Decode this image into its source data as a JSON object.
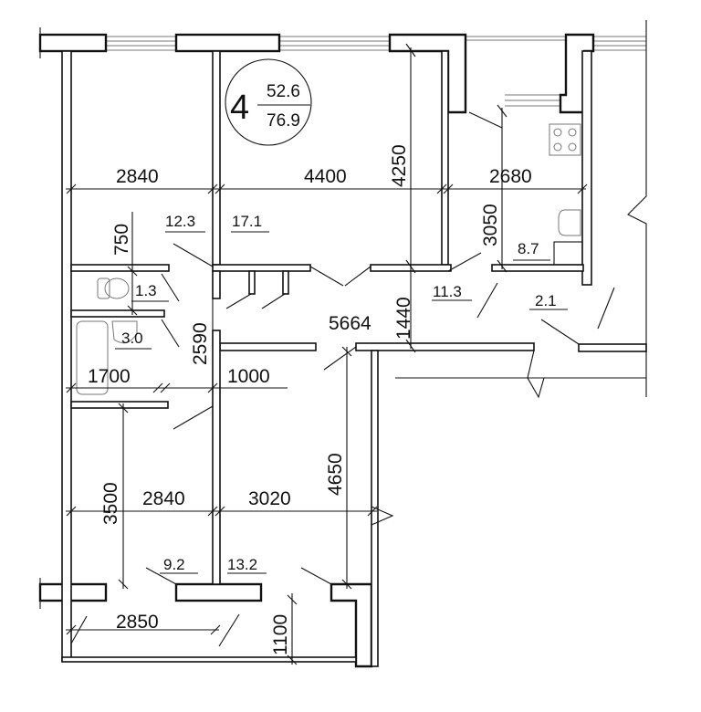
{
  "apartment": {
    "rooms": "4",
    "living_area": "52.6",
    "total_area": "76.9"
  },
  "dimensions": {
    "top_left_width": "2840",
    "top_middle_width": "4400",
    "kitchen_width": "2680",
    "living_depth": "4250",
    "kitchen_depth": "3050",
    "wc_offset": "750",
    "bath_height": "2590",
    "corridor_length": "5664",
    "corridor_width": "1440",
    "bath_width": "1700",
    "hall_width": "1000",
    "bedroom_depth": "4650",
    "bedroom_left_depth": "3500",
    "bottom_left_width": "2840",
    "bottom_right_width": "3020",
    "balcony_width": "2850",
    "balcony_depth": "1100"
  },
  "room_areas": {
    "room_left_top": "12.3",
    "room_living": "17.1",
    "wc": "1.3",
    "bath": "3.0",
    "hall": "11.3",
    "kitchen": "8.7",
    "entrance": "2.1",
    "room_left_bottom": "9.2",
    "room_right_bottom": "13.2"
  }
}
